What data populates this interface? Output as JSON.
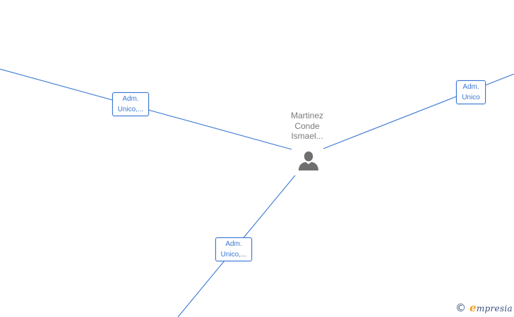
{
  "center_node": {
    "label_lines": [
      "Martinez",
      "Conde",
      "Ismael..."
    ],
    "icon": "person-icon"
  },
  "edges": [
    {
      "role_lines": [
        "Adm.",
        "Unico,..."
      ]
    },
    {
      "role_lines": [
        "Adm.",
        "Unico"
      ]
    },
    {
      "role_lines": [
        "Adm.",
        "Unico,..."
      ]
    }
  ],
  "footer": {
    "copyright_symbol": "©",
    "brand_initial": "e",
    "brand_rest": "mpresia"
  },
  "colors": {
    "edge": "#3a78d4",
    "node_text": "#7a7a7a",
    "icon": "#6f6f6f",
    "brand_accent": "#f0a020",
    "brand_text": "#3b4f7c"
  }
}
